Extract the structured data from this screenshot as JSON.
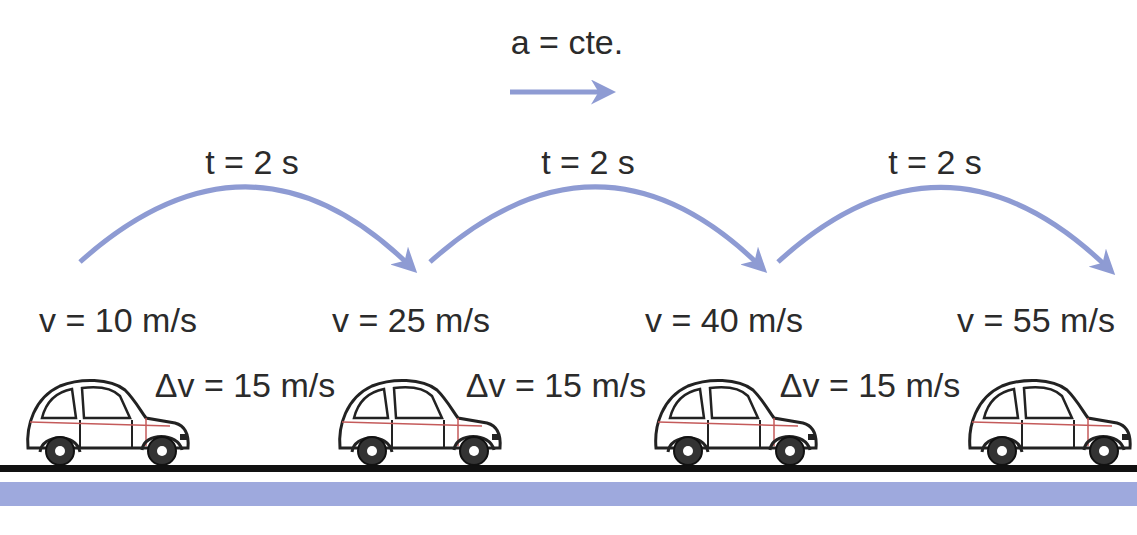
{
  "diagram": {
    "labels": [
      "a = cte.",
      "t = 2 s",
      "t = 2 s",
      "t = 2 s",
      "v = 10 m/s",
      "v = 25 m/s",
      "v = 40 m/s",
      "v = 55 m/s",
      "Δv = 15 m/s",
      "Δv = 15 m/s",
      "Δv = 15 m/s"
    ]
  }
}
